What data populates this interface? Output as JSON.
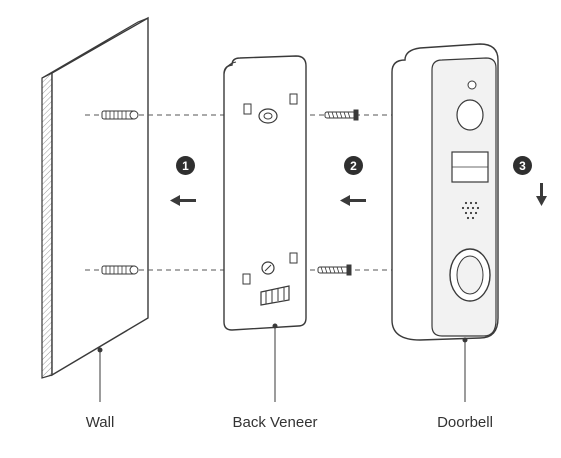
{
  "labels": {
    "wall": "Wall",
    "back_veneer": "Back Veneer",
    "doorbell": "Doorbell"
  },
  "steps": [
    "1",
    "2",
    "3"
  ],
  "icons": {
    "arrow_left": "arrow-left-icon",
    "arrow_down": "arrow-down-icon",
    "screw": "screw-icon",
    "anchor": "wall-anchor-icon"
  },
  "colors": {
    "line": "#3a3a3a",
    "panel_fill": "#ffffff",
    "doorbell_face": "#f2f2f2",
    "wall_edge": "#d9d9d9",
    "badge": "#2f2f2f"
  }
}
